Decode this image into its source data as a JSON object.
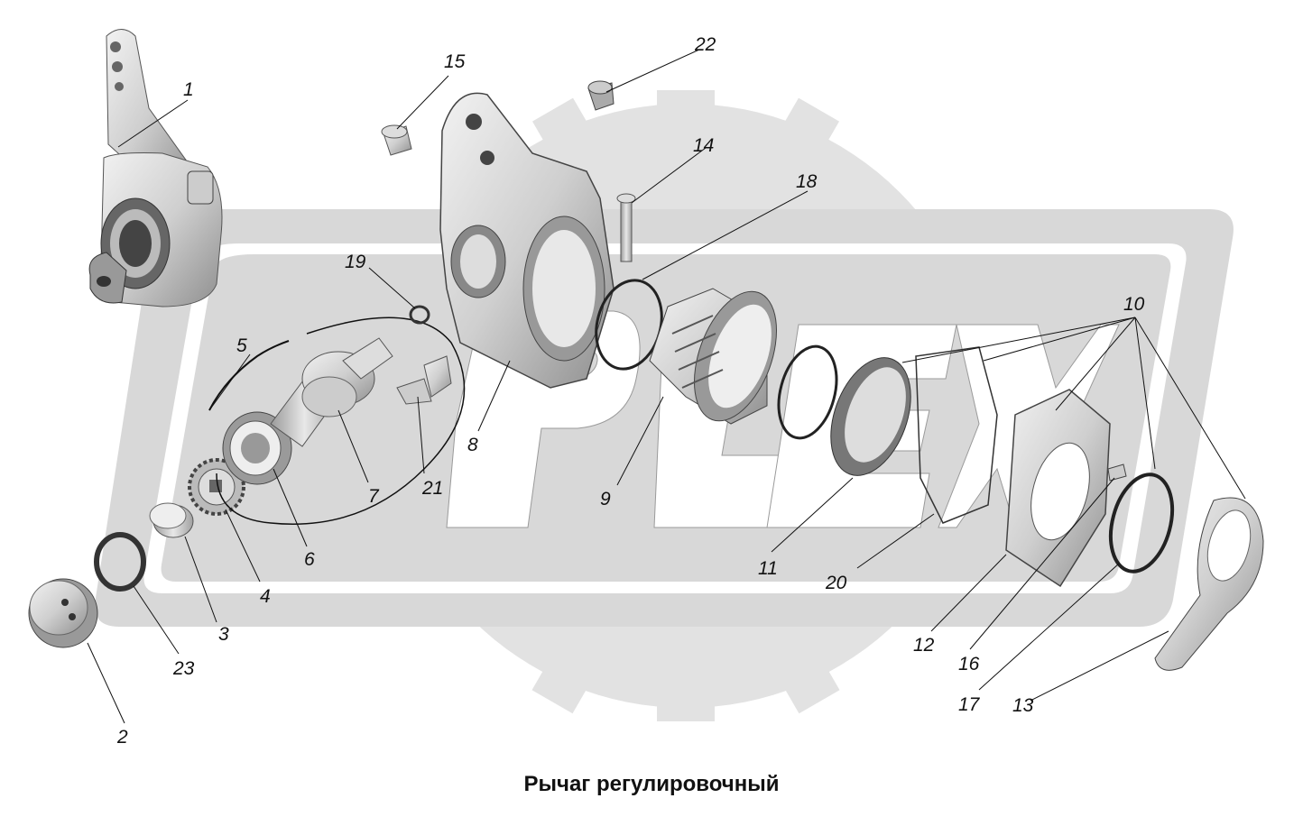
{
  "caption": "Рычаг регулировочный",
  "watermark": "OPLEX",
  "parts": [
    {
      "id": "1",
      "label": "1"
    },
    {
      "id": "2",
      "label": "2"
    },
    {
      "id": "3",
      "label": "3"
    },
    {
      "id": "4",
      "label": "4"
    },
    {
      "id": "5",
      "label": "5"
    },
    {
      "id": "6",
      "label": "6"
    },
    {
      "id": "7",
      "label": "7"
    },
    {
      "id": "8",
      "label": "8"
    },
    {
      "id": "9",
      "label": "9"
    },
    {
      "id": "10",
      "label": "10"
    },
    {
      "id": "11",
      "label": "11"
    },
    {
      "id": "12",
      "label": "12"
    },
    {
      "id": "13",
      "label": "13"
    },
    {
      "id": "14",
      "label": "14"
    },
    {
      "id": "15",
      "label": "15"
    },
    {
      "id": "16",
      "label": "16"
    },
    {
      "id": "17",
      "label": "17"
    },
    {
      "id": "18",
      "label": "18"
    },
    {
      "id": "19",
      "label": "19"
    },
    {
      "id": "20",
      "label": "20"
    },
    {
      "id": "21",
      "label": "21"
    },
    {
      "id": "22",
      "label": "22"
    },
    {
      "id": "23",
      "label": "23"
    }
  ],
  "colors": {
    "watermark": "#e2e2e2",
    "part_light": "#dcdcdc",
    "part_mid": "#b4b4b4",
    "part_dark": "#555555",
    "ink": "#111111"
  }
}
